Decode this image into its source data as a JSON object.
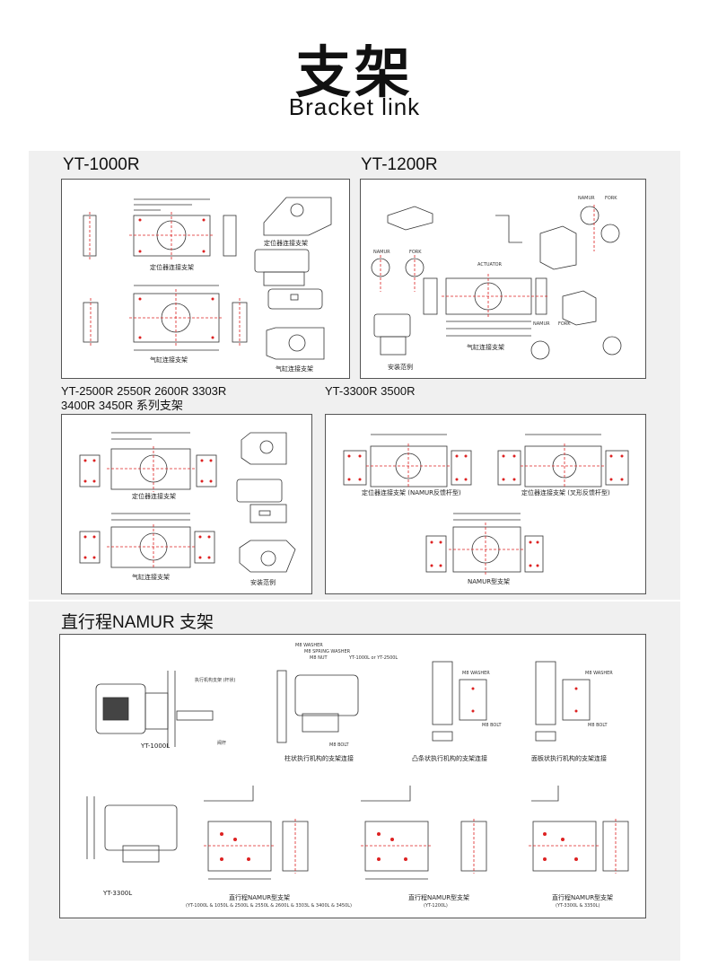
{
  "header": {
    "title_cn": "支架",
    "title_en": "Bracket link"
  },
  "sections": {
    "yt1000r": {
      "label": "YT-1000R",
      "captions": {
        "positioner_bracket": "定位器连接支架",
        "positioner_bracket_3d": "定位器连接支架",
        "cylinder_bracket": "气缸连接支架",
        "cylinder_bracket_3d": "气缸连接支架"
      }
    },
    "yt1200r": {
      "label": "YT-1200R",
      "captions": {
        "namur": "NAMUR",
        "fork": "FORK",
        "namur2": "NAMUR",
        "fork2": "FORK",
        "namur3": "NAMUR",
        "fork3": "FORK",
        "actuator": "ACTUATOR",
        "cylinder_bracket": "气缸连接支架",
        "install_example": "安装范例"
      }
    },
    "yt2500r": {
      "label_line1": "YT-2500R 2550R 2600R 3303R",
      "label_line2": "3400R 3450R 系列支架",
      "captions": {
        "positioner_bracket": "定位器连接支架",
        "cylinder_bracket": "气缸连接支架",
        "install_example": "安装范例"
      }
    },
    "yt3300r": {
      "label": "YT-3300R  3500R",
      "captions": {
        "namur_feedback": "定位器连接支架 (NAMUR反馈杆型)",
        "fork_feedback": "定位器连接支架 (叉形反馈杆型)",
        "namur_type": "NAMUR型支架"
      }
    },
    "linear": {
      "label": "直行程NAMUR 支架",
      "captions": {
        "actuator_bracket": "执行机构支架 (杆状)",
        "yoke": "阀杆",
        "model_1000l": "YT-1000L",
        "m8_washer": "M8 WASHER",
        "m8_spring_washer": "M8 SPRING WASHER",
        "m8_nut": "M8 NUT",
        "bolt_spec": "YT-1000L or YT-2500L",
        "m8_bolt": "M8 BOLT",
        "col_actuator": "柱状执行机构的支架连接",
        "m8_washer_b": "M8 WASHER",
        "m8_bolt_b": "M8 BOLT",
        "rib_actuator": "凸条状执行机构的支架连接",
        "m8_washer_c": "M8 WASHER",
        "m8_bolt_c": "M8 BOLT",
        "panel_actuator": "面板状执行机构的支架连接",
        "model_3300l": "YT-3300L",
        "bracket_a": "直行程NAMUR型支架",
        "bracket_a_models": "(YT-1000L & 1050L & 2500L & 2550L & 2600L & 3303L & 3400L & 3450L)",
        "bracket_b": "直行程NAMUR型支架",
        "bracket_b_models": "(YT-1200L)",
        "bracket_c": "直行程NAMUR型支架",
        "bracket_c_models": "(YT-3300L & 3350L)"
      }
    }
  }
}
